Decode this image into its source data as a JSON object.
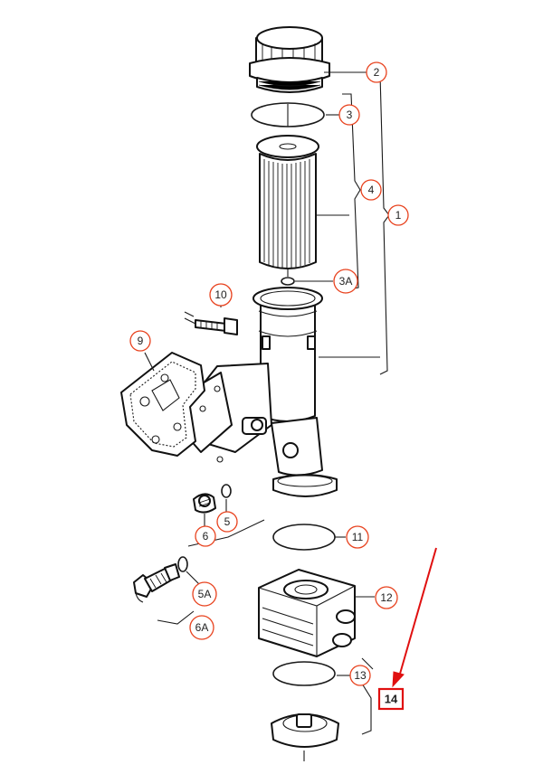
{
  "diagram": {
    "callouts": [
      {
        "id": "c2",
        "label": "2"
      },
      {
        "id": "c3",
        "label": "3"
      },
      {
        "id": "c4",
        "label": "4"
      },
      {
        "id": "c1",
        "label": "1"
      },
      {
        "id": "c3a",
        "label": "3A"
      },
      {
        "id": "c10",
        "label": "10"
      },
      {
        "id": "c9",
        "label": "9"
      },
      {
        "id": "c5",
        "label": "5"
      },
      {
        "id": "c6",
        "label": "6"
      },
      {
        "id": "c11",
        "label": "11"
      },
      {
        "id": "c5a",
        "label": "5A"
      },
      {
        "id": "c12",
        "label": "12"
      },
      {
        "id": "c6a",
        "label": "6A"
      },
      {
        "id": "c13",
        "label": "13"
      }
    ],
    "highlight": {
      "label": "14",
      "color": "#e01010"
    },
    "callout_color": "#e8421e"
  }
}
